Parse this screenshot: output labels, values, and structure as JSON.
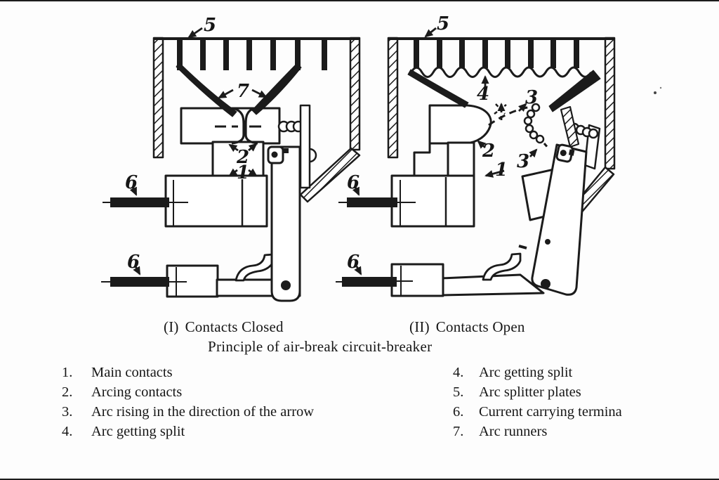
{
  "captions": {
    "left_marker": "(I)",
    "left_text": "Contacts Closed",
    "right_marker": "(II)",
    "right_text": "Contacts Open",
    "subtitle": "Principle of air-break circuit-breaker"
  },
  "legend": {
    "left": [
      {
        "num": "1.",
        "label": "Main contacts"
      },
      {
        "num": "2.",
        "label": "Arcing contacts"
      },
      {
        "num": "3.",
        "label": "Arc rising in the direction of the arrow"
      },
      {
        "num": "4.",
        "label": "Arc getting split"
      }
    ],
    "right": [
      {
        "num": "4.",
        "label": "Arc getting split"
      },
      {
        "num": "5.",
        "label": "Arc splitter plates"
      },
      {
        "num": "6.",
        "label": "Current carrying termina"
      },
      {
        "num": "7.",
        "label": "Arc runners"
      }
    ]
  },
  "diagram_labels": {
    "left": [
      {
        "text": "5"
      },
      {
        "text": "7"
      },
      {
        "text": "2"
      },
      {
        "text": "1"
      },
      {
        "text": "6"
      },
      {
        "text": "6"
      }
    ],
    "right": [
      {
        "text": "5"
      },
      {
        "text": "4"
      },
      {
        "text": "3"
      },
      {
        "text": "2"
      },
      {
        "text": "3"
      },
      {
        "text": "1"
      },
      {
        "text": "6"
      },
      {
        "text": "6"
      }
    ]
  },
  "colors": {
    "ink": "#1b1b1b",
    "background": "#fdfdfd"
  }
}
